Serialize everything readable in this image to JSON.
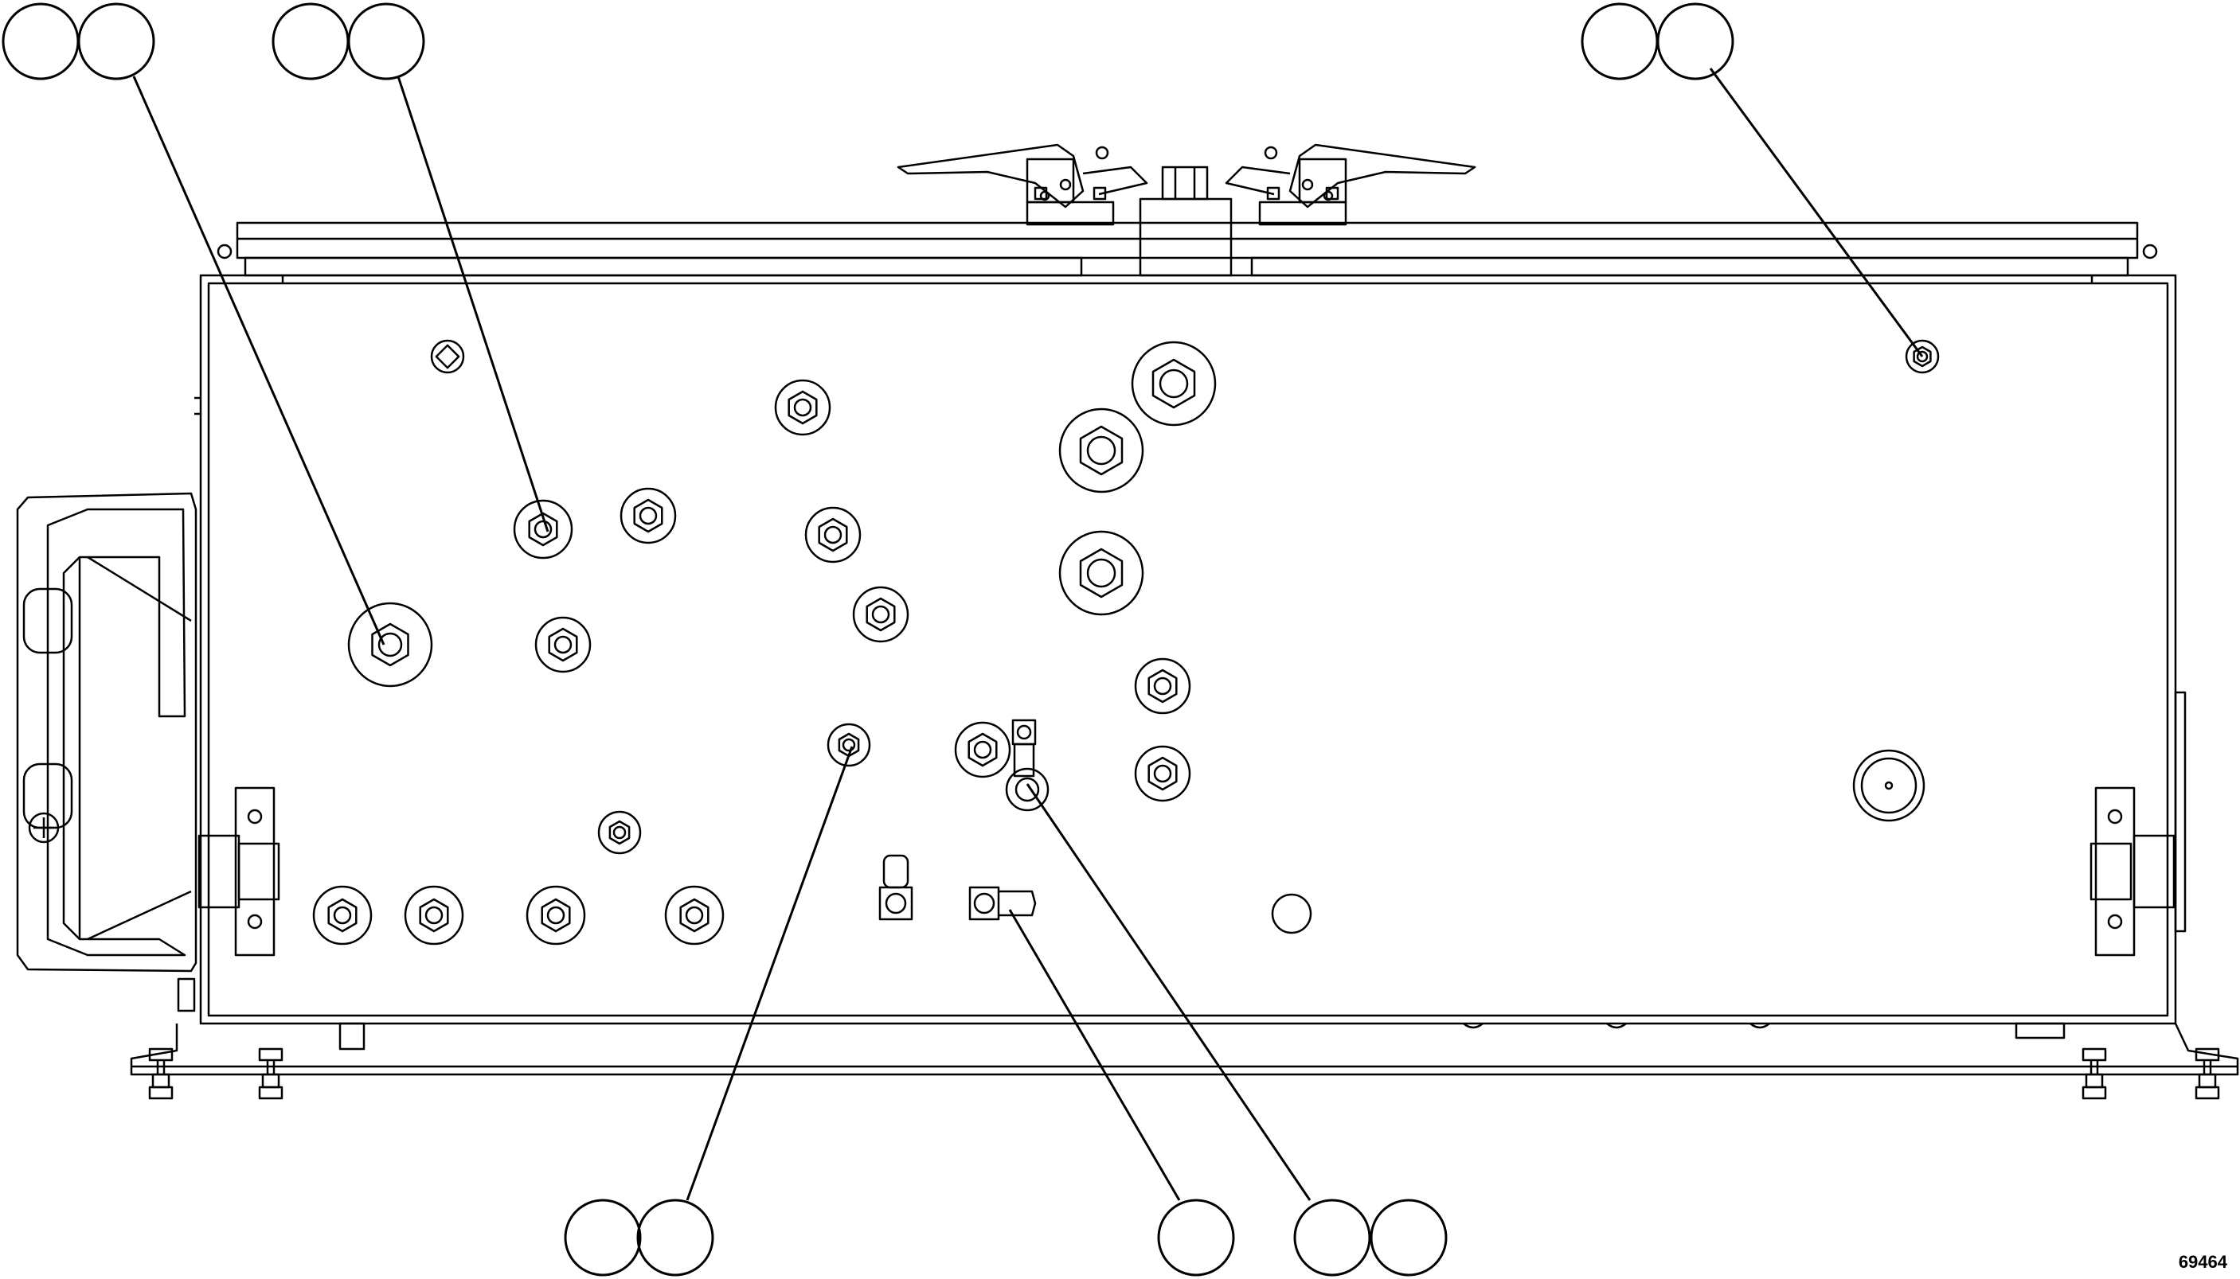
{
  "figure": {
    "number": "69464",
    "line_color": "#000000",
    "background": "#ffffff"
  },
  "callouts": [
    {
      "id": "callout-top-left",
      "bubbles": 2,
      "label": ""
    },
    {
      "id": "callout-top-center-left",
      "bubbles": 2,
      "label": ""
    },
    {
      "id": "callout-top-right",
      "bubbles": 2,
      "label": ""
    },
    {
      "id": "callout-bottom-left",
      "bubbles": 2,
      "label": ""
    },
    {
      "id": "callout-bottom-center",
      "bubbles": 1,
      "label": ""
    },
    {
      "id": "callout-bottom-right",
      "bubbles": 2,
      "label": ""
    }
  ]
}
